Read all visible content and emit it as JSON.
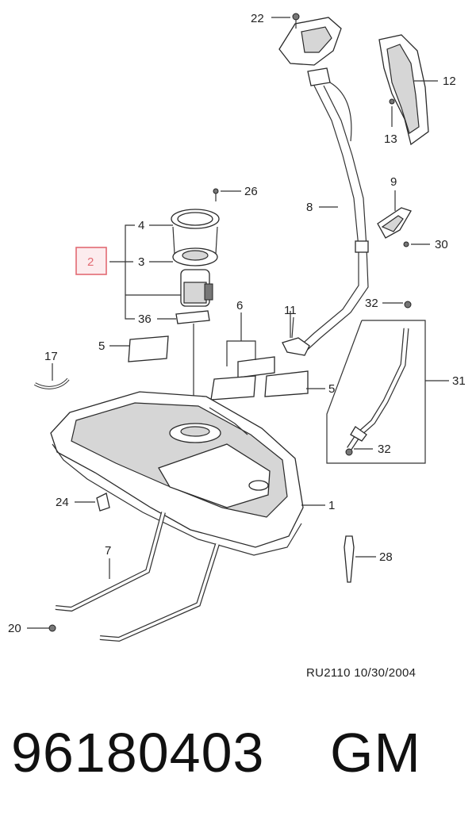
{
  "callouts": [
    {
      "id": "c22",
      "text": "22"
    },
    {
      "id": "c12",
      "text": "12"
    },
    {
      "id": "c13",
      "text": "13"
    },
    {
      "id": "c26",
      "text": "26"
    },
    {
      "id": "c8",
      "text": "8"
    },
    {
      "id": "c9",
      "text": "9"
    },
    {
      "id": "c4",
      "text": "4"
    },
    {
      "id": "c2",
      "text": "2"
    },
    {
      "id": "c3",
      "text": "3"
    },
    {
      "id": "c30",
      "text": "30"
    },
    {
      "id": "c32a",
      "text": "32"
    },
    {
      "id": "c36",
      "text": "36"
    },
    {
      "id": "c6",
      "text": "6"
    },
    {
      "id": "c11",
      "text": "11"
    },
    {
      "id": "c5a",
      "text": "5"
    },
    {
      "id": "c17",
      "text": "17"
    },
    {
      "id": "c31",
      "text": "31"
    },
    {
      "id": "c5b",
      "text": "5"
    },
    {
      "id": "c32b",
      "text": "32"
    },
    {
      "id": "c24",
      "text": "24"
    },
    {
      "id": "c1",
      "text": "1"
    },
    {
      "id": "c7",
      "text": "7"
    },
    {
      "id": "c28",
      "text": "28"
    },
    {
      "id": "c20",
      "text": "20"
    }
  ],
  "highlight_color": "#e26b73",
  "stamp": "RU2110  10/30/2004",
  "footer": {
    "part_number": "96180403",
    "brand": "GM"
  }
}
